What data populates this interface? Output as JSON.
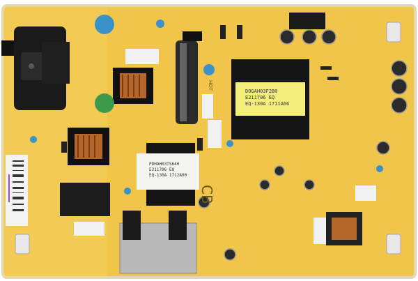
{
  "photo": {
    "subject": "power-supply-board",
    "board_color": "#f2c94a",
    "transformer_main": {
      "line1": "DOGAH03F2B0",
      "line2": "E211706 EQ",
      "line3": "EQ-130A 1711A66"
    },
    "transformer_secondary": {
      "line1": "PDHAH03T5640",
      "line2": "E211706 EQ",
      "line3": "EQ-130A 1712A00"
    },
    "silkscreen_cb": "CB",
    "silkscreen_hot": "HOT"
  }
}
